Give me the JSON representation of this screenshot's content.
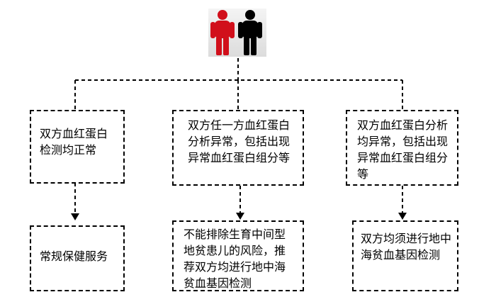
{
  "icon": {
    "name": "couple-people-icon",
    "colors": [
      "#d10f1b",
      "#000000"
    ]
  },
  "boxes": {
    "top_left": "双方血红蛋白检测均正常",
    "top_middle": "双方任一方血红蛋白分析异常，包括出现异常血红蛋白组分等",
    "top_right": "双方血红蛋白分析均异常，包括出现异常血红蛋白组分等",
    "bottom_left": "常规保健服务",
    "bottom_middle": "不能排除生育中间型地贫患儿的风险，推荐双方均进行地中海贫血基因检测",
    "bottom_right": "双方均须进行地中海贫血基因检测"
  }
}
